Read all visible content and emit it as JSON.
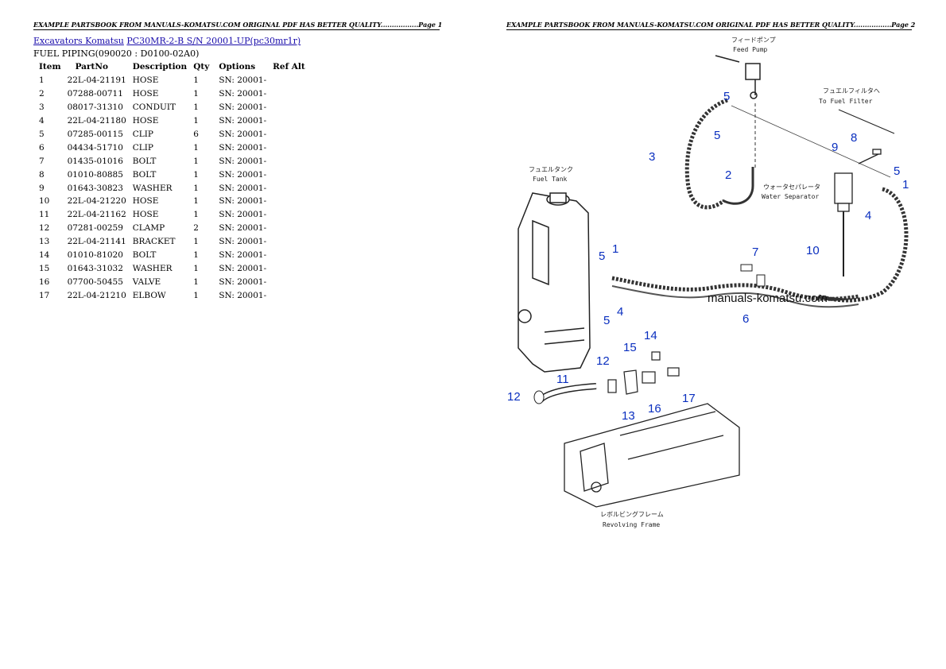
{
  "header": {
    "page1": "EXAMPLE PARTSBOOK FROM MANUALS-KOMATSU.COM ORIGINAL PDF HAS BETTER QUALITY.................Page 1",
    "page2": "EXAMPLE PARTSBOOK FROM MANUALS-KOMATSU.COM ORIGINAL PDF HAS BETTER QUALITY.................Page 2"
  },
  "breadcrumb": {
    "link1": "Excavators Komatsu",
    "link2": "PC30MR-2-B S/N 20001-UP(pc30mr1r)"
  },
  "subtitle": "FUEL PIPING(090020 : D0100-02A0)",
  "table": {
    "headers": [
      "Item",
      "PartNo",
      "Description",
      "Qty",
      "Options",
      "Ref Alt"
    ],
    "rows": [
      [
        "1",
        "22L-04-21191",
        "HOSE",
        "1",
        "SN: 20001-",
        ""
      ],
      [
        "2",
        "07288-00711",
        "HOSE",
        "1",
        "SN: 20001-",
        ""
      ],
      [
        "3",
        "08017-31310",
        "CONDUIT",
        "1",
        "SN: 20001-",
        ""
      ],
      [
        "4",
        "22L-04-21180",
        "HOSE",
        "1",
        "SN: 20001-",
        ""
      ],
      [
        "5",
        "07285-00115",
        "CLIP",
        "6",
        "SN: 20001-",
        ""
      ],
      [
        "6",
        "04434-51710",
        "CLIP",
        "1",
        "SN: 20001-",
        ""
      ],
      [
        "7",
        "01435-01016",
        "BOLT",
        "1",
        "SN: 20001-",
        ""
      ],
      [
        "8",
        "01010-80885",
        "BOLT",
        "1",
        "SN: 20001-",
        ""
      ],
      [
        "9",
        "01643-30823",
        "WASHER",
        "1",
        "SN: 20001-",
        ""
      ],
      [
        "10",
        "22L-04-21220",
        "HOSE",
        "1",
        "SN: 20001-",
        ""
      ],
      [
        "11",
        "22L-04-21162",
        "HOSE",
        "1",
        "SN: 20001-",
        ""
      ],
      [
        "12",
        "07281-00259",
        "CLAMP",
        "2",
        "SN: 20001-",
        ""
      ],
      [
        "13",
        "22L-04-21141",
        "BRACKET",
        "1",
        "SN: 20001-",
        ""
      ],
      [
        "14",
        "01010-81020",
        "BOLT",
        "1",
        "SN: 20001-",
        ""
      ],
      [
        "15",
        "01643-31032",
        "WASHER",
        "1",
        "SN: 20001-",
        ""
      ],
      [
        "16",
        "07700-50455",
        "VALVE",
        "1",
        "SN: 20001-",
        ""
      ],
      [
        "17",
        "22L-04-21210",
        "ELBOW",
        "1",
        "SN: 20001-",
        ""
      ]
    ]
  },
  "diagram": {
    "labels": {
      "feed_pump_jp": "フィードポンプ",
      "feed_pump_en": "Feed Pump",
      "fuel_filter_jp": "フュエルフィルタへ",
      "fuel_filter_en": "To Fuel Filter",
      "fuel_tank_jp": "フュエルタンク",
      "fuel_tank_en": "Fuel Tank",
      "water_sep_jp": "ウォータセパレータ",
      "water_sep_en": "Water Separator",
      "frame_jp": "レボルビングフレーム",
      "frame_en": "Revolving Frame",
      "watermark": "manuals-komatsu.com"
    },
    "callouts": [
      "1",
      "1",
      "2",
      "3",
      "4",
      "4",
      "5",
      "5",
      "5",
      "5",
      "5",
      "6",
      "7",
      "8",
      "9",
      "10",
      "11",
      "12",
      "13",
      "14",
      "15",
      "16",
      "17"
    ]
  }
}
